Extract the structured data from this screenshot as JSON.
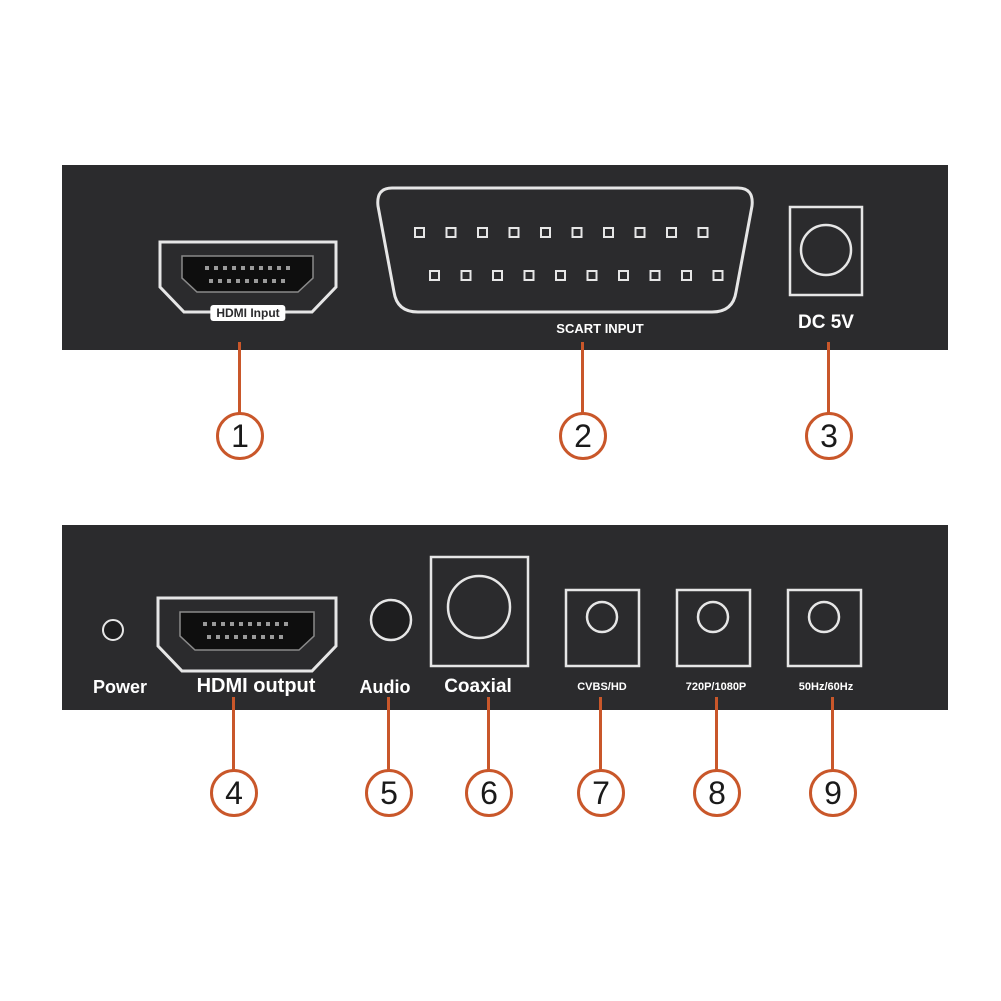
{
  "front_panel": {
    "hdmi_input_label": "HDMI Input",
    "scart_input_label": "SCART INPUT",
    "dc_label": "DC 5V"
  },
  "rear_panel": {
    "power_label": "Power",
    "hdmi_output_label": "HDMI output",
    "audio_label": "Audio",
    "coaxial_label": "Coaxial",
    "cvbs_label": "CVBS/HD",
    "resolution_label": "720P/1080P",
    "refresh_label": "50Hz/60Hz"
  },
  "callouts": [
    "1",
    "2",
    "3",
    "4",
    "5",
    "6",
    "7",
    "8",
    "9"
  ],
  "colors": {
    "panel": "#2b2b2d",
    "port_outline": "#e6e6e6",
    "callout": "#c9572a"
  }
}
